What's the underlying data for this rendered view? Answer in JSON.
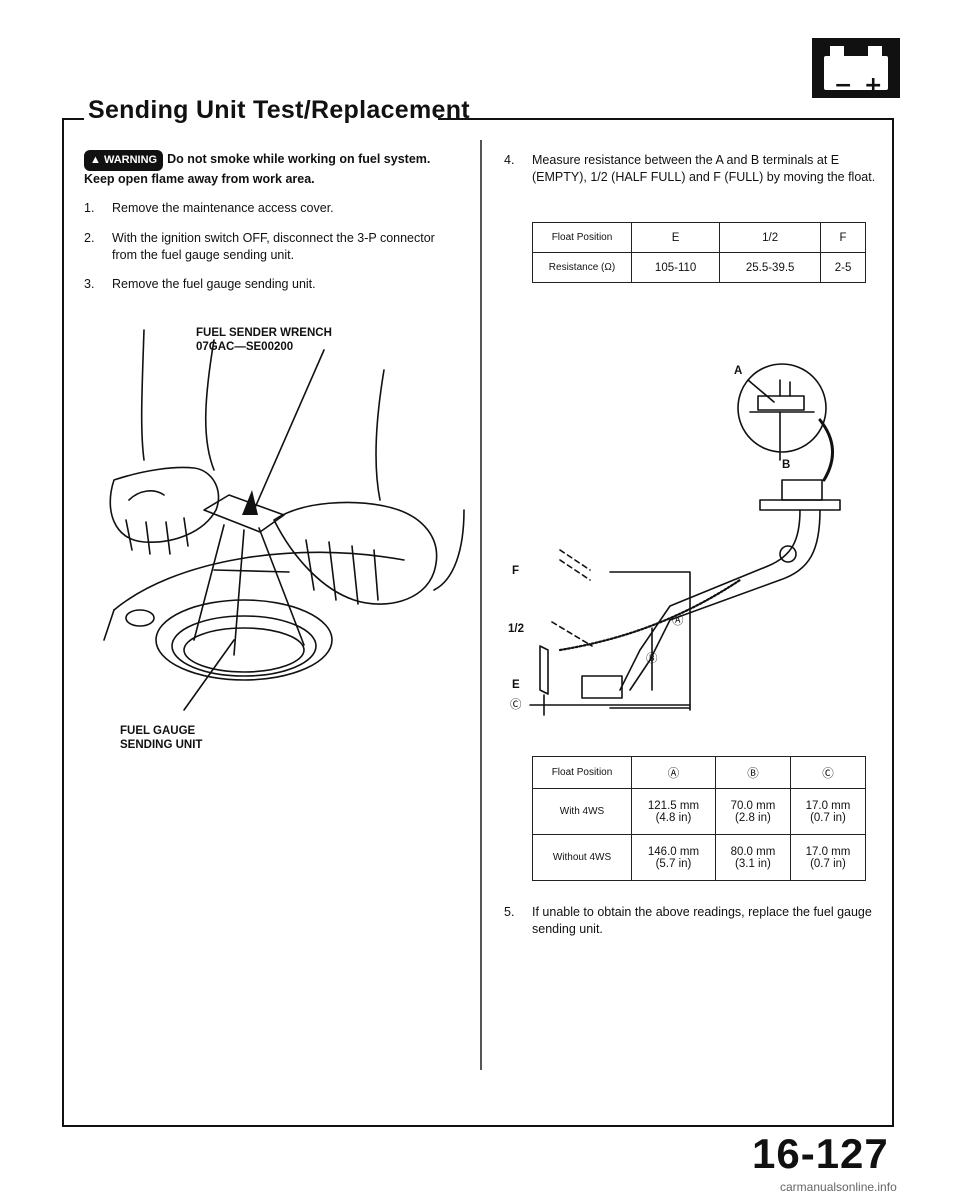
{
  "page": {
    "title": "Sending Unit Test/Replacement",
    "page_number": "16-127",
    "watermark": "carmanualsonline.info"
  },
  "warning": {
    "badge": "WARNING",
    "text": "Do not smoke while working on fuel system. Keep open flame away from work area."
  },
  "steps_left": [
    {
      "num": "1.",
      "text": "Remove the maintenance access cover."
    },
    {
      "num": "2.",
      "text": "With the ignition switch OFF, disconnect the 3-P connector from the fuel gauge sending unit."
    },
    {
      "num": "3.",
      "text": "Remove the fuel gauge sending unit."
    }
  ],
  "figure_left": {
    "label_wrench": "FUEL SENDER WRENCH",
    "label_wrench_part": "07GAC—SE00200",
    "label_unit": "FUEL GAUGE",
    "label_unit2": "SENDING UNIT"
  },
  "step4": {
    "num": "4.",
    "text": "Measure resistance between the A and B terminals at E (EMPTY), 1/2 (HALF FULL) and F (FULL) by moving the float."
  },
  "resistance_table": {
    "rows": [
      [
        "Float Position",
        "E",
        "1/2",
        "F"
      ],
      [
        "Resistance (Ω)",
        "105-110",
        "25.5-39.5",
        "2-5"
      ]
    ]
  },
  "figure_right": {
    "label_a": "A",
    "label_b": "B",
    "label_f": "F",
    "label_half": "1/2",
    "label_e": "E",
    "mark_a": "Ⓐ",
    "mark_b": "Ⓑ",
    "mark_c": "Ⓒ"
  },
  "dimension_table": {
    "header": [
      "Float Position",
      "Ⓐ",
      "Ⓑ",
      "Ⓒ"
    ],
    "rows": [
      {
        "label": "With 4WS",
        "a1": "121.5 mm",
        "a2": "(4.8 in)",
        "b1": "70.0 mm",
        "b2": "(2.8 in)",
        "c1": "17.0 mm",
        "c2": "(0.7 in)"
      },
      {
        "label": "Without 4WS",
        "a1": "146.0 mm",
        "a2": "(5.7 in)",
        "b1": "80.0 mm",
        "b2": "(3.1 in)",
        "c1": "17.0 mm",
        "c2": "(0.7 in)"
      }
    ]
  },
  "step5": {
    "num": "5.",
    "text": "If unable to obtain the above readings, replace the fuel gauge sending unit."
  }
}
